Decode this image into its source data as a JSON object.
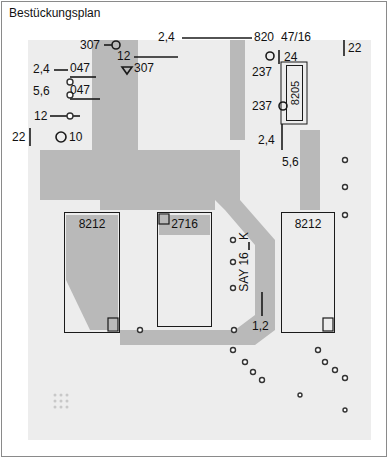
{
  "diagram": {
    "title": "Bestückungsplan",
    "nodes": [
      {
        "text": [
          "8205"
        ]
      },
      {
        "text": [
          "8212"
        ]
      },
      {
        "text": [
          "2716"
        ]
      },
      {
        "text": [
          "8212"
        ]
      }
    ],
    "labels": [
      "307",
      "2,4",
      "820",
      "47/16",
      "24",
      "22",
      "12",
      "2,4",
      "047",
      "307",
      "237",
      "5,6",
      "047",
      "237",
      "12",
      "2,4",
      "22",
      "10",
      "5,6",
      "K",
      "SAY 16",
      "1,2"
    ]
  }
}
